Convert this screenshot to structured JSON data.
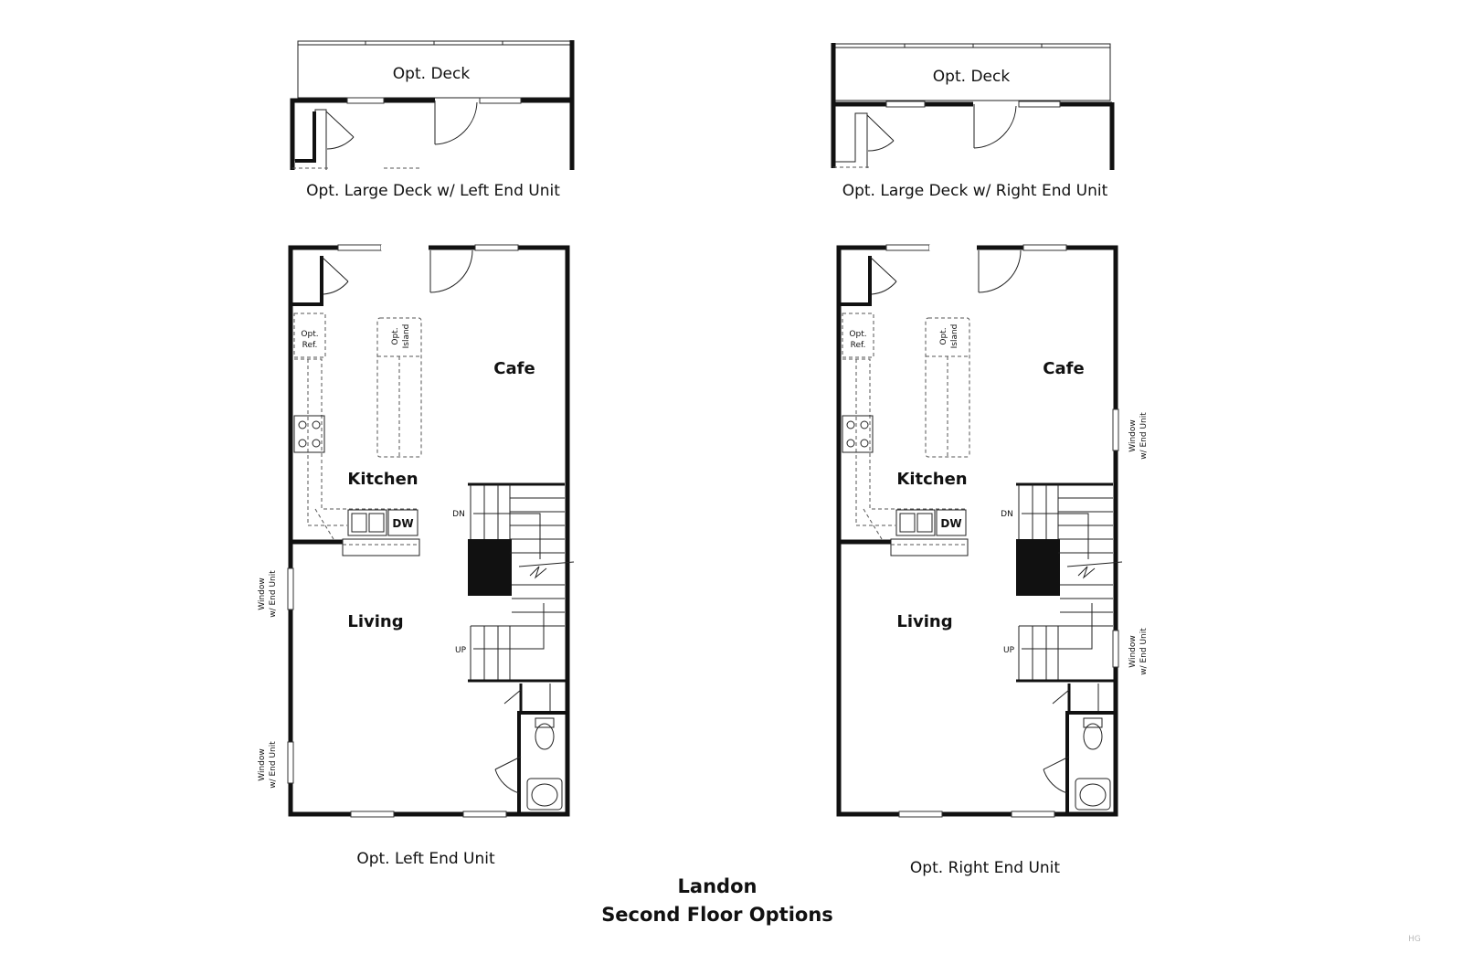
{
  "diagram": {
    "title_line1": "Landon",
    "title_line2": "Second Floor Options",
    "watermark": "HG",
    "deck_left": {
      "room": "Opt. Deck",
      "caption": "Opt. Large Deck w/ Left End Unit"
    },
    "deck_right": {
      "room": "Opt. Deck",
      "caption": "Opt. Large Deck w/ Right End Unit"
    },
    "plan_left": {
      "caption": "Opt. Left End Unit",
      "cafe": "Cafe",
      "kitchen": "Kitchen",
      "living": "Living",
      "ref_1": "Opt.",
      "ref_2": "Ref.",
      "island_1": "Opt.",
      "island_2": "Island",
      "dw": "DW",
      "dn": "DN",
      "up": "UP",
      "window_1": "Window",
      "window_2": "w/ End Unit"
    },
    "plan_right": {
      "caption": "Opt. Right End Unit",
      "cafe": "Cafe",
      "kitchen": "Kitchen",
      "living": "Living",
      "ref_1": "Opt.",
      "ref_2": "Ref.",
      "island_1": "Opt.",
      "island_2": "Island",
      "dw": "DW",
      "dn": "DN",
      "up": "UP",
      "window_1": "Window",
      "window_2": "w/ End Unit"
    }
  }
}
